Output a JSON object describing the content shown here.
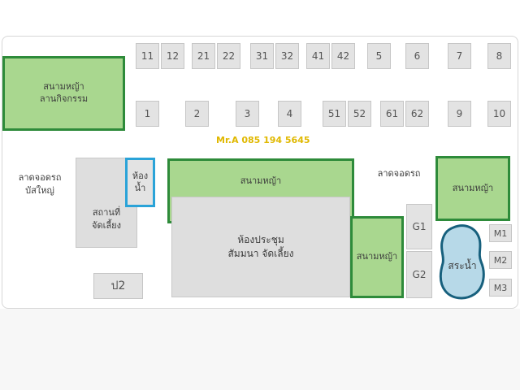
{
  "contact": "Mr.A 085 194 5645",
  "top_lots": [
    "11",
    "12",
    "21",
    "22",
    "31",
    "32",
    "41",
    "42",
    "5",
    "6",
    "7",
    "8"
  ],
  "middle_lots": [
    "1",
    "2",
    "3",
    "4",
    "51",
    "52",
    "61",
    "62",
    "9",
    "10"
  ],
  "activity_lawn": "สนามหญ้า\nลานกิจกรรม",
  "lawn": "สนามหญ้า",
  "bus_parking": "ลาดจอดรถ\nบัสใหญ่",
  "parking": "ลาดจอดรถ",
  "toilet": "ห้อง\nน้ำ",
  "party_venue": "สถานที่\nจัดเลี้ยง",
  "meeting_hall": "ห้องประชุม\nสัมมนา จัดเลี้ยง",
  "pool": "สระน้ำ",
  "g_lots": [
    "G1",
    "G2"
  ],
  "m_lots": [
    "M1",
    "M2",
    "M3"
  ],
  "p2": "ป2",
  "colors": {
    "lawn_fill": "#a9d78f",
    "lawn_border": "#2e8b3a",
    "toilet_border": "#2aa3d8",
    "pool_border": "#17607d",
    "pool_fill": "#b7d9e8",
    "contact": "#e0b800"
  }
}
